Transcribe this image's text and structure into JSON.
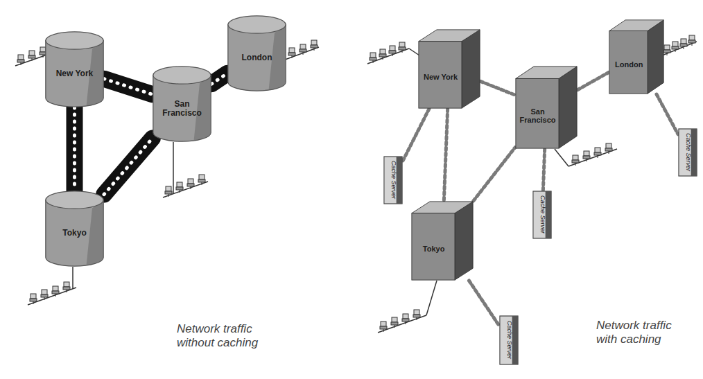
{
  "diagram": {
    "nodes": [
      {
        "text": [
          "New York"
        ]
      },
      {
        "text": [
          "San Francisco"
        ]
      },
      {
        "text": [
          "London"
        ]
      },
      {
        "text": [
          "Tokyo"
        ]
      },
      {
        "text": [
          "New York"
        ]
      },
      {
        "text": [
          "San Francisco"
        ]
      },
      {
        "text": [
          "London"
        ]
      },
      {
        "text": [
          "Tokyo"
        ]
      },
      {
        "text": [
          "Cache Server"
        ]
      },
      {
        "text": [
          "Cache Server"
        ]
      },
      {
        "text": [
          "Cache Server"
        ]
      },
      {
        "text": [
          "Cache Server"
        ]
      }
    ],
    "edges": [
      {
        "from": 0,
        "to": 3,
        "arrow": "none"
      },
      {
        "from": 0,
        "to": 1,
        "arrow": "none"
      },
      {
        "from": 3,
        "to": 1,
        "arrow": "none"
      },
      {
        "from": 1,
        "to": 2,
        "arrow": "none"
      },
      {
        "from": 4,
        "to": 7,
        "arrow": "none"
      },
      {
        "from": 4,
        "to": 5,
        "arrow": "none"
      },
      {
        "from": 7,
        "to": 5,
        "arrow": "none"
      },
      {
        "from": 5,
        "to": 6,
        "arrow": "none"
      },
      {
        "from": 4,
        "to": 8,
        "arrow": "none"
      },
      {
        "from": 5,
        "to": 9,
        "arrow": "none"
      },
      {
        "from": 6,
        "to": 10,
        "arrow": "none"
      },
      {
        "from": 7,
        "to": 11,
        "arrow": "none"
      }
    ],
    "labels": [
      "Network traffic without caching",
      "Network traffic with caching"
    ]
  }
}
